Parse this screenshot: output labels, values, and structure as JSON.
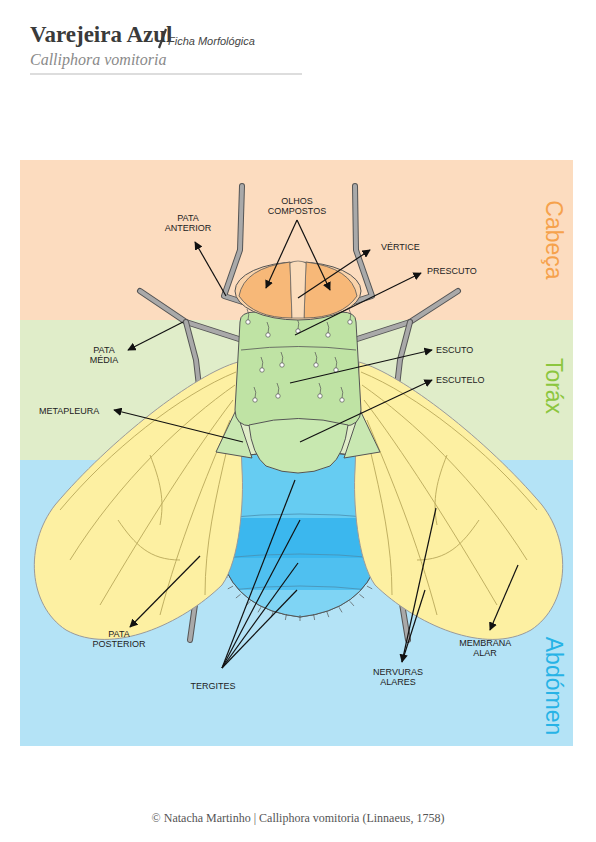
{
  "diagram": {
    "title": "Varejeira Azul",
    "caption": "© Natacha Martinho | Calliphora vomitoria (Linnaeus, 1758)",
    "nodes": [
      {
        "text": [
          "Cabeça"
        ]
      },
      {
        "text": [
          "Toráx"
        ]
      },
      {
        "text": [
          "Abdómen"
        ]
      }
    ],
    "labels": [
      "Ficha Morfológica",
      "Calliphora vomitoria",
      "PATA ANTERIOR",
      "OLHOS COMPOSTOS",
      "VÉRTICE",
      "PRESCUTO",
      "PATA MÉDIA",
      "ESCUTO",
      "ESCUTELO",
      "METAPLEURA",
      "PATA POSTERIOR",
      "TERGITES",
      "NERVURAS ALARES",
      "MEMBRANA ALAR"
    ]
  }
}
